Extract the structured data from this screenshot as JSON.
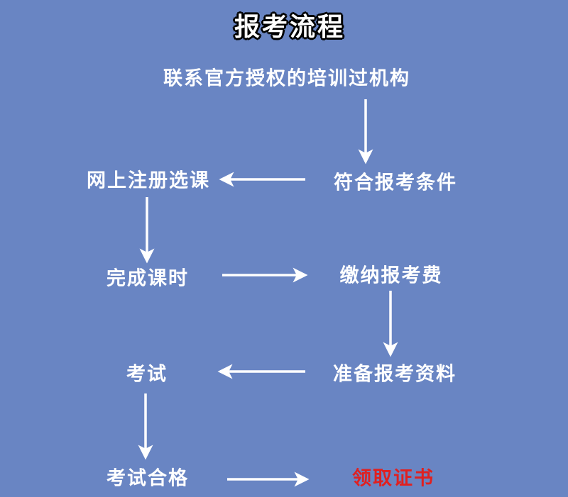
{
  "title": "报考流程",
  "steps": {
    "contact": "联系官方授权的培训过机构",
    "eligible": "符合报考条件",
    "register": "网上注册选课",
    "complete_hours": "完成课时",
    "pay_fee": "缴纳报考费",
    "prepare": "准备报考资料",
    "exam": "考试",
    "pass": "考试合格",
    "certificate": "领取证书"
  },
  "colors": {
    "background": "#6985c3",
    "text": "#ffffff",
    "highlight": "#e02020"
  }
}
